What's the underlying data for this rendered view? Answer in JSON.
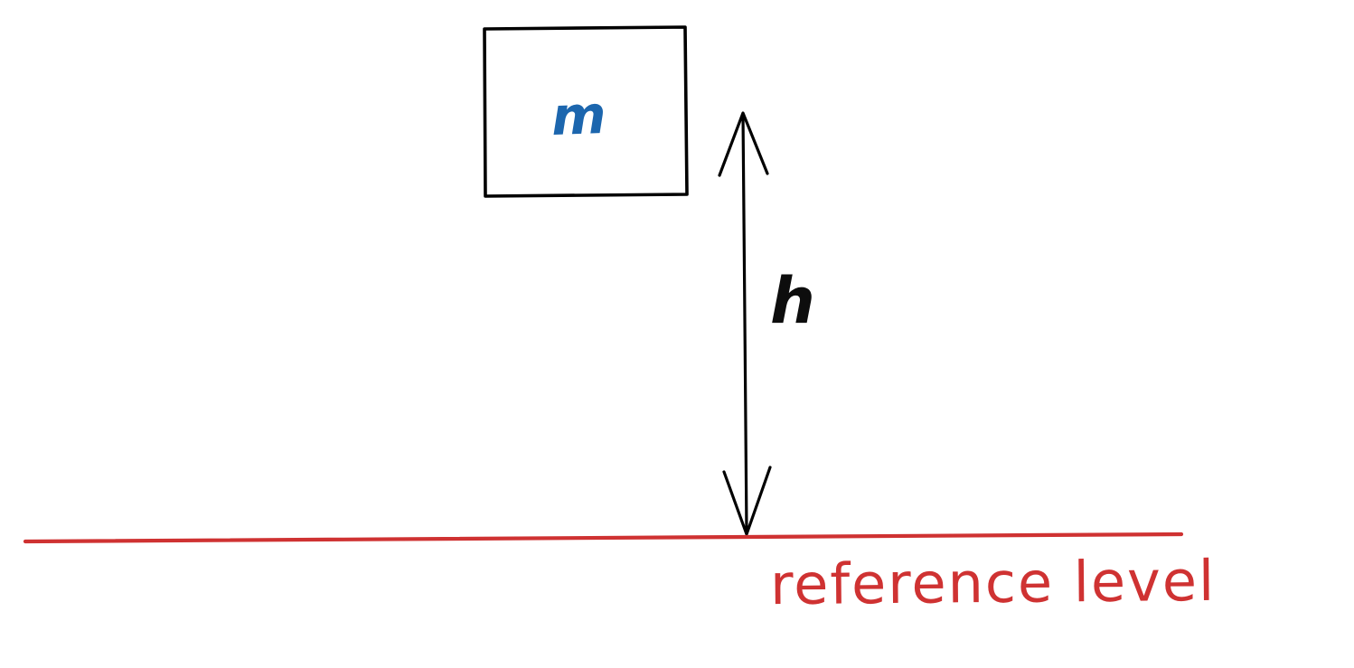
{
  "diagram": {
    "type": "physics-potential-energy-sketch",
    "mass_label": "m",
    "height_label": "h",
    "reference_label": "reference level",
    "colors": {
      "mass_text": "#1c66ae",
      "height_text": "#0d0d0d",
      "reference_line": "#cf3232",
      "reference_text": "#cf3232",
      "box_outline": "#000000",
      "arrow": "#000000",
      "background": "#ffffff"
    }
  }
}
